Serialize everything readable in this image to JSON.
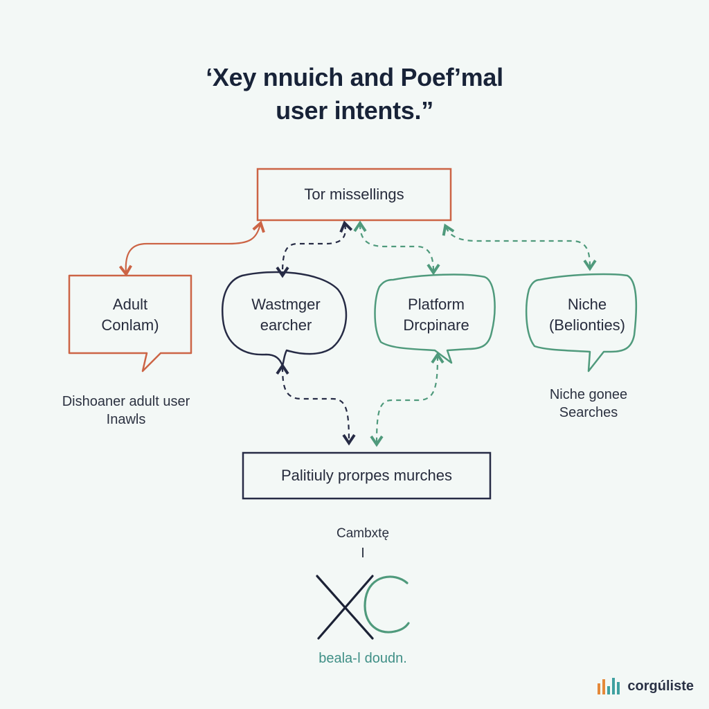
{
  "title": {
    "line1": "‘Xey nnuich and Poef’mal",
    "line2": "user intents.”"
  },
  "nodes": {
    "top": "Tor missellings",
    "adult": {
      "line1": "Adult",
      "line2": "Conlam)"
    },
    "wastmger": {
      "line1": "Wastmger",
      "line2": "earcher"
    },
    "platform": {
      "line1": "Platform",
      "line2": "Drcpinare"
    },
    "niche": {
      "line1": "Niche",
      "line2": "(Belionties)"
    },
    "bottom": "Palitiuly prorpes murches"
  },
  "captions": {
    "adult": {
      "line1": "Dishoaner adult user",
      "line2": "Inawls"
    },
    "niche": {
      "line1": "Niche gonee",
      "line2": "Searches"
    },
    "center": "Cambxtę",
    "center_mark": "I",
    "logo_caption": "bealа-ǀ doudn."
  },
  "brand": {
    "name": "corgúliste"
  },
  "colors": {
    "background": "#f3f8f6",
    "orange": "#cc6445",
    "navy": "#262b45",
    "green": "#4f9a7c",
    "brand_orange": "#e5893a",
    "brand_teal": "#3fa0a0"
  }
}
